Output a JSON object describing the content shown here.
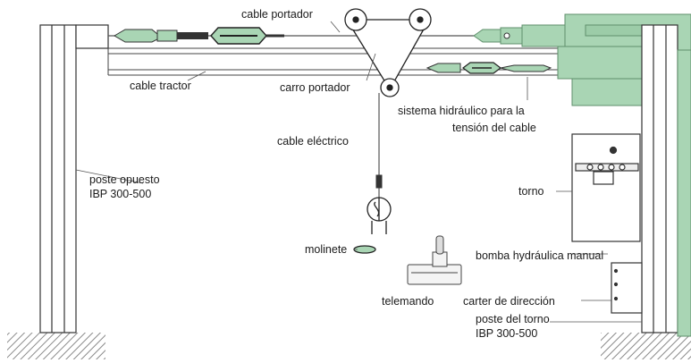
{
  "labels": {
    "cable_portador": "cable portador",
    "cable_tractor": "cable tractor",
    "carro_portador": "carro portador",
    "sistema_hidraulico_1": "sistema hidráulico para la",
    "sistema_hidraulico_2": "tensión del cable",
    "cable_electrico": "cable eléctrico",
    "poste_opuesto_1": "poste opuesto",
    "poste_opuesto_2": "IBP 300-500",
    "torno": "torno",
    "molinete": "molinete",
    "bomba": "bomba hydráulica manual",
    "telemando": "telemando",
    "carter": "carter de dirección",
    "poste_torno_1": "poste del torno",
    "poste_torno_2": "IBP 300-500"
  },
  "colors": {
    "green": "#a9d5b4",
    "green_dark": "#5f8f6b",
    "line": "#333333",
    "hatch": "#8a8a8a"
  }
}
